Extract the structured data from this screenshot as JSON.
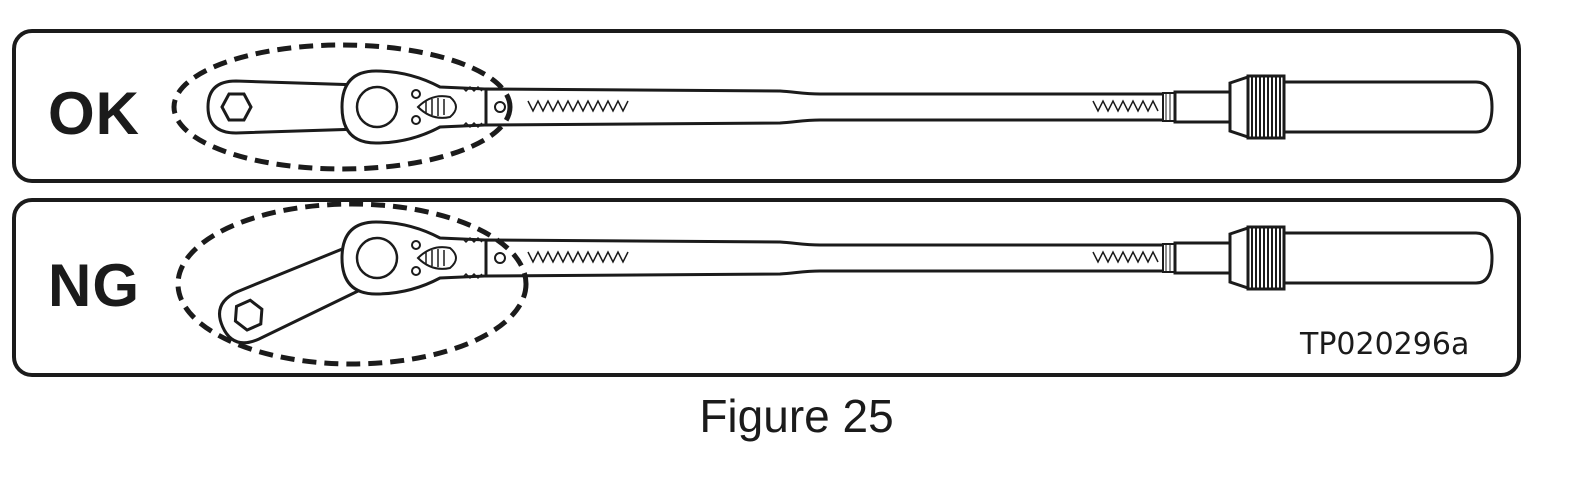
{
  "panels": [
    {
      "label": "OK",
      "head_rotation_deg": 0
    },
    {
      "label": "NG",
      "head_rotation_deg": -24
    }
  ],
  "reference_code": "TP020296a",
  "caption": "Figure 25",
  "colors": {
    "ink": "#1b1b1b",
    "background": "#ffffff"
  }
}
